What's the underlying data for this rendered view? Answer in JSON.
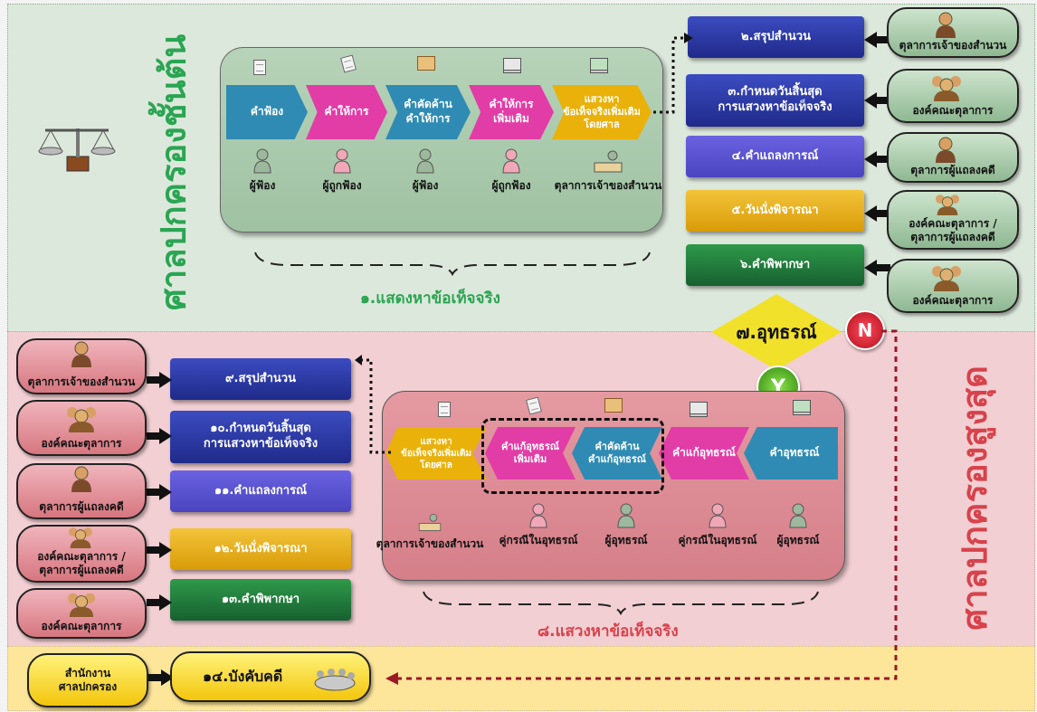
{
  "upper_court": {
    "title": "ศาลปกครองชั้นต้น",
    "step1_label": "๑.แสดงหาข้อเท็จจริง",
    "flow": [
      "คำฟ้อง",
      "คำให้การ",
      "คำคัดค้าน\nคำให้การ",
      "คำให้การ\nเพิ่มเติม",
      "แสวงหา\nข้อเท็จจริงเพิ่มเติม\nโดยศาล"
    ],
    "actors": [
      "ผู้ฟ้อง",
      "ผู้ถูกฟ้อง",
      "ผู้ฟ้อง",
      "ผู้ถูกฟ้อง",
      "ตุลาการเจ้าของสำนวน"
    ],
    "steps": [
      "๒.สรุปสำนวน",
      "๓.กำหนดวันสิ้นสุด\nการแสวงหาข้อเท็จจริง",
      "๔.คำแถลงการณ์",
      "๕.วันนั่งพิจารณา",
      "๖.คำพิพากษา"
    ],
    "roles": [
      "ตุลาการเจ้าของสำนวน",
      "องค์คณะตุลาการ",
      "ตุลาการผู้แถลงคดี",
      "องค์คณะตุลาการ /\nตุลาการผู้แถลงคดี",
      "องค์คณะตุลาการ"
    ]
  },
  "decision": {
    "label": "๗.อุทธรณ์",
    "no": "N",
    "yes": "Y"
  },
  "supreme_court": {
    "title": "ศาลปกครองสูงสุด",
    "step8_label": "๘.แสวงหาข้อเท็จจริง",
    "flow": [
      "คำอุทธรณ์",
      "คำแก้อุทธรณ์",
      "คำคัดค้าน\nคำแก้อุทธรณ์",
      "คำแก้อุทธรณ์\nเพิ่มเติม",
      "แสวงหา\nข้อเท็จจริงเพิ่มเติม\nโดยศาล"
    ],
    "actors": [
      "ผู้อุทธรณ์",
      "คู่กรณีในอุทธรณ์",
      "ผู้อุทธรณ์",
      "คู่กรณีในอุทธรณ์",
      "ตุลาการเจ้าของสำนวน"
    ],
    "steps": [
      "๙.สรุปสำนวน",
      "๑๐.กำหนดวันสิ้นสุด\nการแสวงหาข้อเท็จจริง",
      "๑๑.คำแถลงการณ์",
      "๑๒.วันนั่งพิจารณา",
      "๑๓.คำพิพากษา"
    ],
    "roles": [
      "ตุลาการเจ้าของสำนวน",
      "องค์คณะตุลาการ",
      "ตุลาการผู้แถลงคดี",
      "องค์คณะตุลาการ /\nตุลาการผู้แถลงคดี",
      "องค์คณะตุลาการ"
    ]
  },
  "enforcement": {
    "office": "สำนักงาน\nศาลปกครอง",
    "step14": "๑๔.บังคับคดี"
  },
  "colors": {
    "green_band": "#dde8dc",
    "pink_band": "#f2cfd3",
    "yellow_band": "#fde59a",
    "blue": "#2a3a9c",
    "green": "#1f7a3a",
    "gold": "#e9b10a",
    "magenta": "#e23ca7",
    "teal": "#2f8bb3",
    "violet": "#5a4fcf",
    "title_green": "#2aa552",
    "title_red": "#d8424b"
  }
}
